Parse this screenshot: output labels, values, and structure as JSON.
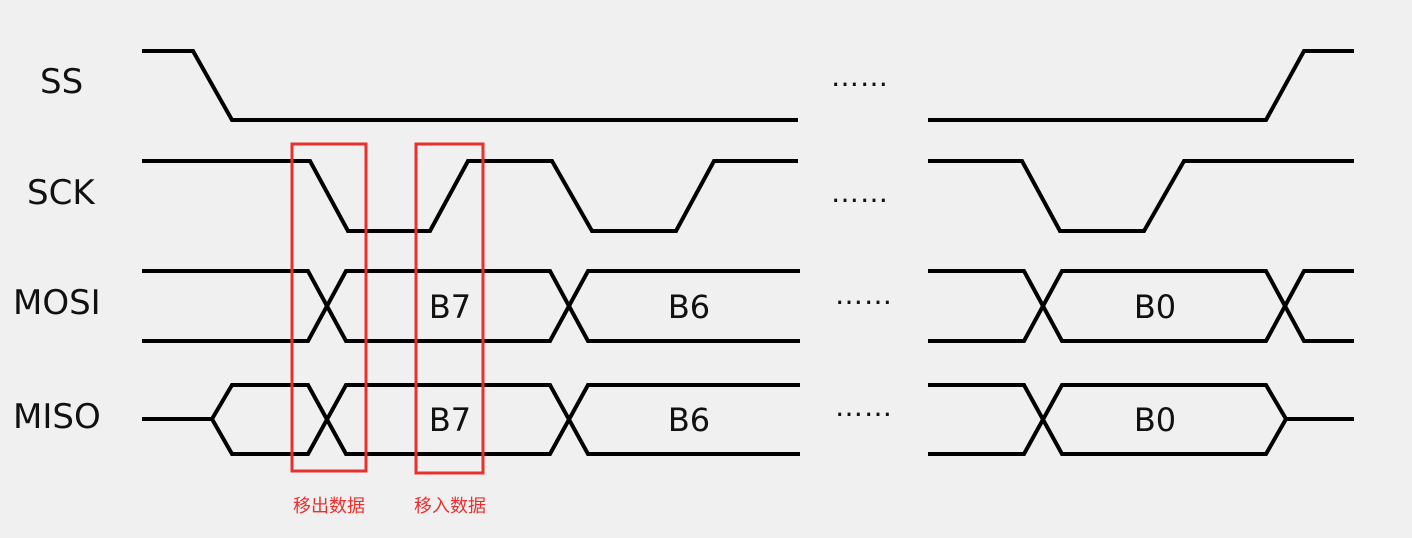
{
  "signals": {
    "ss": "SS",
    "sck": "SCK",
    "mosi": "MOSI",
    "miso": "MISO"
  },
  "bits": {
    "first": "B7",
    "second": "B6",
    "last": "B0"
  },
  "ellipsis": "……",
  "annotations": {
    "shift_out": "移出数据",
    "shift_in": "移入数据"
  },
  "colors": {
    "background": "#f0f0f0",
    "waveform": "#000000",
    "highlight": "#e8302f"
  }
}
